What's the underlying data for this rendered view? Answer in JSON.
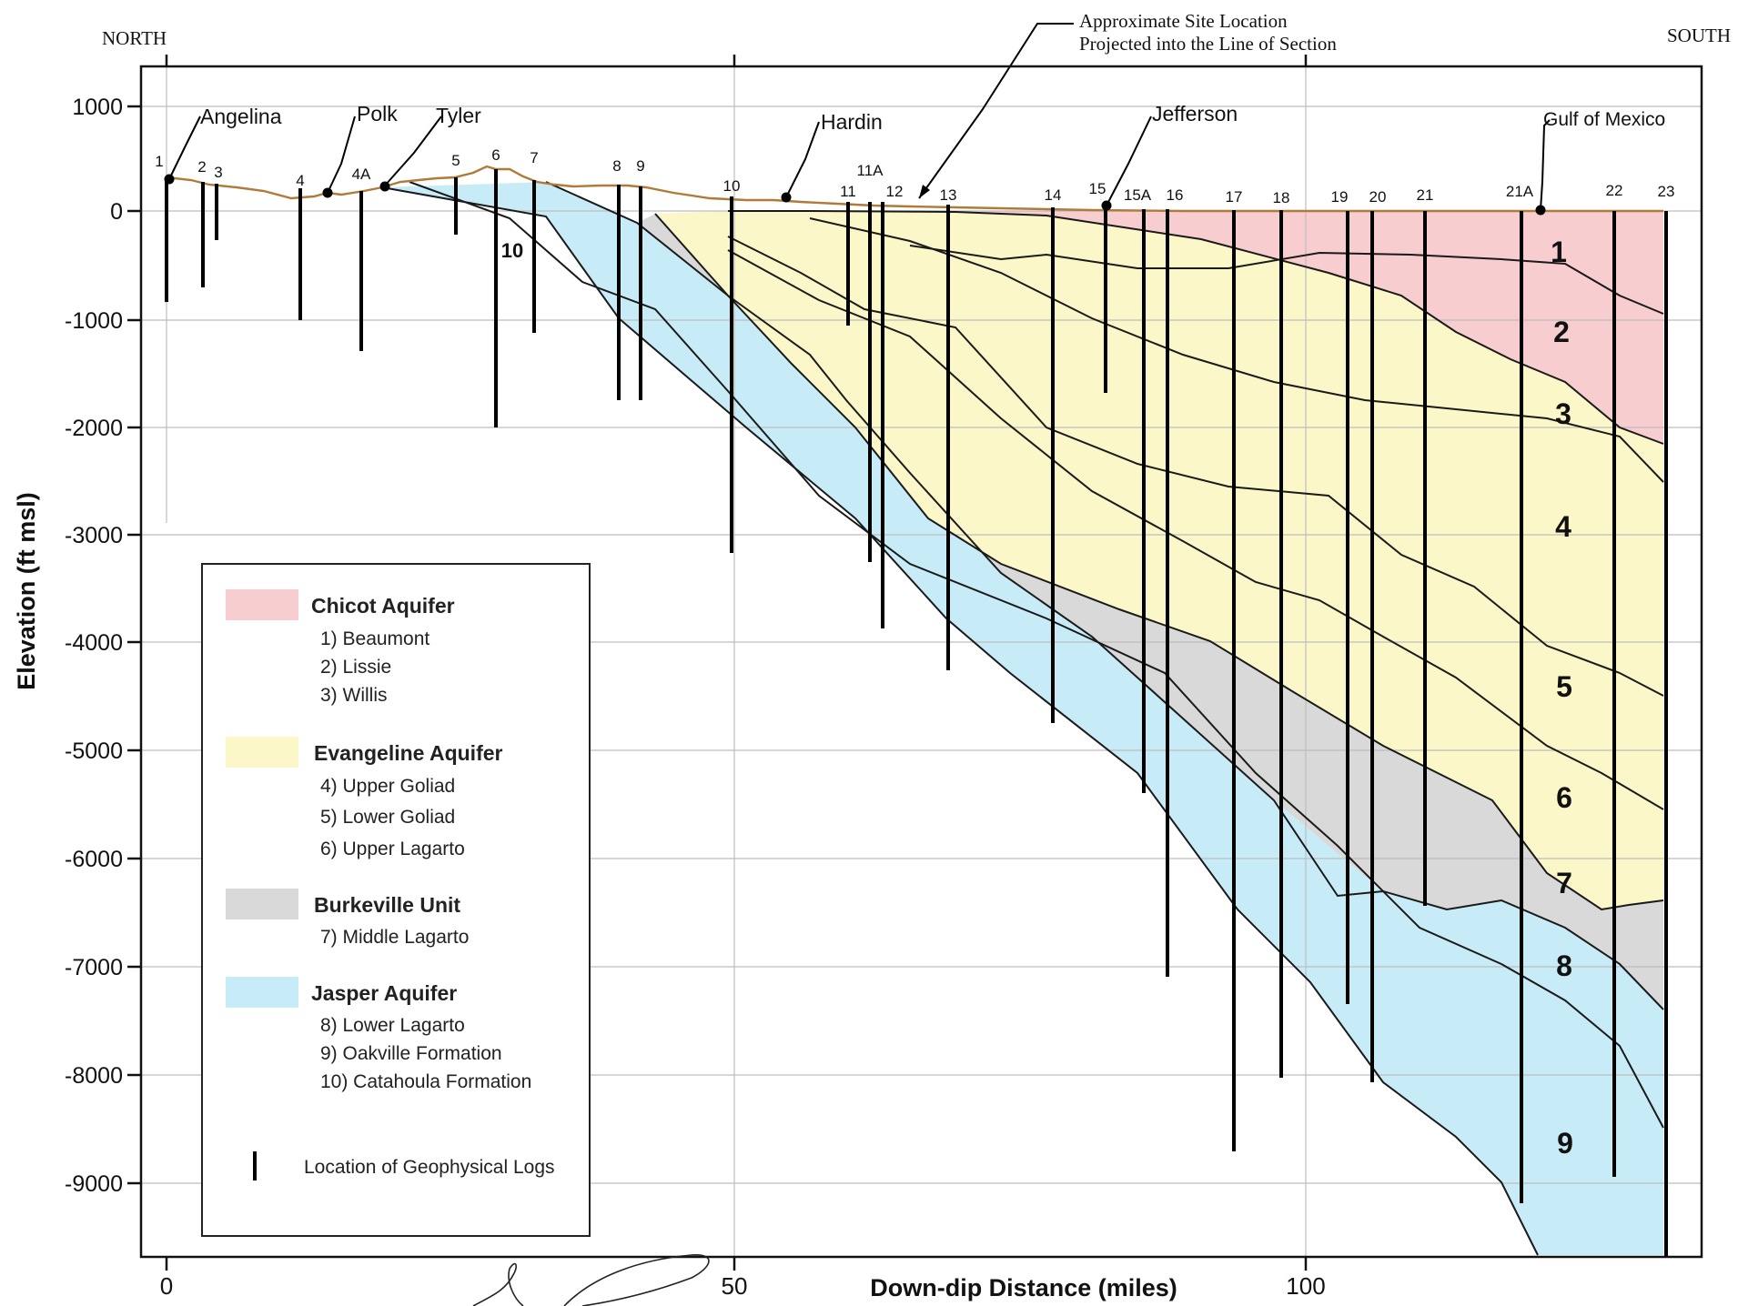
{
  "labels": {
    "north": "NORTH",
    "south": "SOUTH",
    "site_note_line1": "Approximate Site Location",
    "site_note_line2": "Projected into the Line of Section",
    "y_axis_title": "Elevation (ft msl)",
    "x_axis_title": "Down-dip Distance (miles)"
  },
  "axes": {
    "x_ticks": [
      "0",
      "50",
      "100"
    ],
    "y_ticks": [
      "1000",
      "0",
      "-1000",
      "-2000",
      "-3000",
      "-4000",
      "-5000",
      "-6000",
      "-7000",
      "-8000",
      "-9000"
    ]
  },
  "counties": [
    "Angelina",
    "Polk",
    "Tyler",
    "Hardin",
    "Jefferson",
    "Gulf of Mexico"
  ],
  "wells": [
    "1",
    "2",
    "3",
    "4",
    "4A",
    "5",
    "6",
    "7",
    "8",
    "9",
    "10",
    "11",
    "11A",
    "12",
    "13",
    "14",
    "15",
    "15A",
    "16",
    "17",
    "18",
    "19",
    "20",
    "21",
    "21A",
    "22",
    "23"
  ],
  "unit_numbers": [
    "1",
    "2",
    "3",
    "4",
    "5",
    "6",
    "7",
    "8",
    "9",
    "10"
  ],
  "legend": {
    "groups": [
      {
        "name": "Chicot Aquifer",
        "color": "#f7cdd0",
        "items": [
          "1) Beaumont",
          "2) Lissie",
          "3) Willis"
        ]
      },
      {
        "name": "Evangeline Aquifer",
        "color": "#fbf7c8",
        "items": [
          "4) Upper Goliad",
          "5) Lower Goliad",
          "6) Upper Lagarto"
        ]
      },
      {
        "name": "Burkeville Unit",
        "color": "#d9d9d9",
        "items": [
          "7) Middle Lagarto"
        ]
      },
      {
        "name": "Jasper Aquifer",
        "color": "#c8ecf7",
        "items": [
          "8) Lower Lagarto",
          "9) Oakville Formation",
          "10) Catahoula Formation"
        ]
      }
    ],
    "log_marker_label": "Location of Geophysical Logs"
  },
  "colors": {
    "chicot": "#f7cdd0",
    "evangeline": "#fbf7c8",
    "burkeville": "#d9d9d9",
    "jasper": "#c8ecf7",
    "ground_surface": "#b07a3a",
    "lines": "#111111"
  }
}
